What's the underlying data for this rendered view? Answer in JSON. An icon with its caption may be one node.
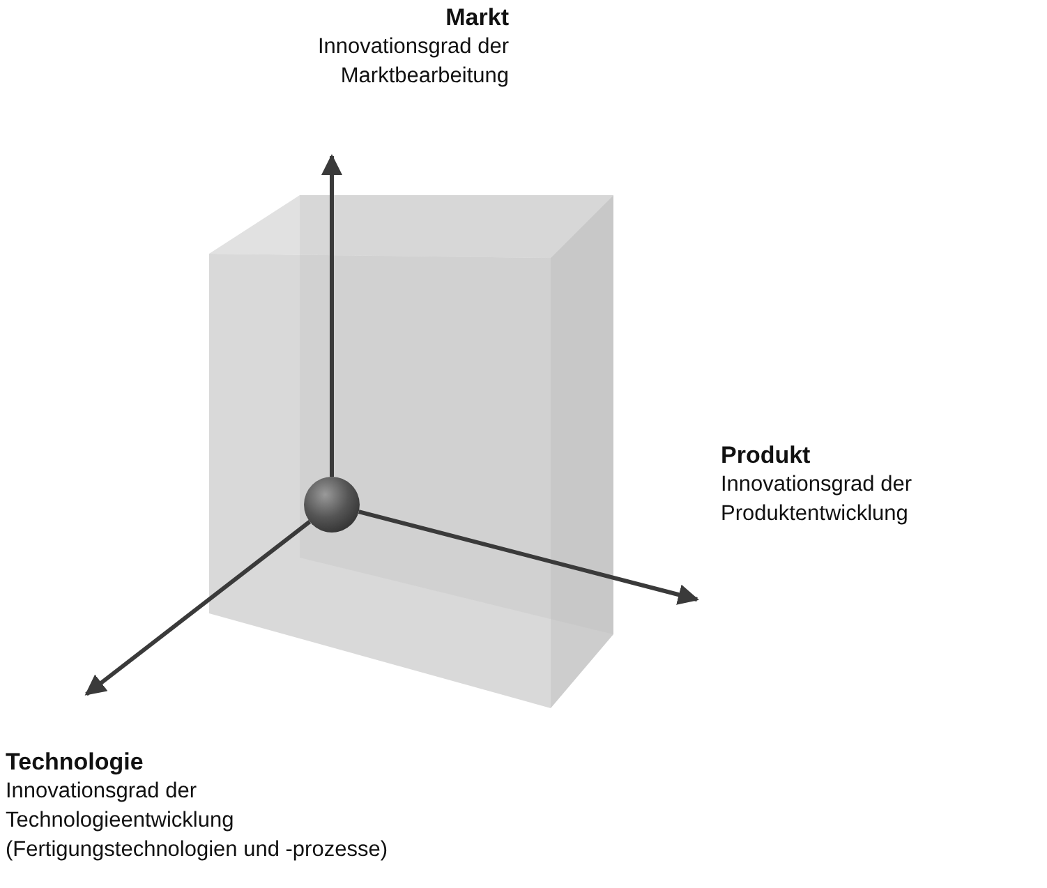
{
  "diagram": {
    "nodes": [
      {
        "text": [],
        "shape": "circle"
      },
      {
        "text": [
          "Markt",
          "Innovationsgrad der Marktbearbeitung"
        ]
      },
      {
        "text": [
          "Produkt",
          "Innovationsgrad der Produktentwicklung"
        ]
      },
      {
        "text": [
          "Technologie",
          "Innovationsgrad der Technologieentwicklung (Fertigungstechnologien und -prozesse)"
        ]
      }
    ],
    "edges": [
      {
        "from": 0,
        "to": 1,
        "arrow": "to"
      },
      {
        "from": 0,
        "to": 2,
        "arrow": "to"
      },
      {
        "from": 0,
        "to": 3,
        "arrow": "to"
      }
    ]
  }
}
